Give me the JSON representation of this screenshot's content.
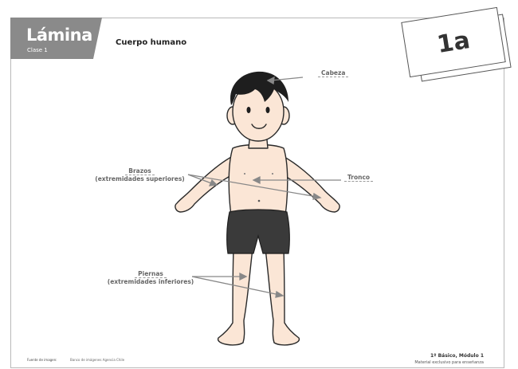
{
  "header": {
    "lamina_title": "Lámina 1a",
    "clase": "Clase 1",
    "subject": "Cuerpo humano",
    "card_label": "1a"
  },
  "labels": {
    "cabeza": "Cabeza",
    "brazos_line1": "Brazos",
    "brazos_line2": "(extremidades superiores)",
    "tronco": "Tronco",
    "piernas_line1": "Piernas",
    "piernas_line2": "(extremidades inferiores)"
  },
  "footer": {
    "left_label": "Fuente de imagen:",
    "left_source": "Banco de imágenes Agencia Chile",
    "right_line1": "1º Básico, Módulo 1",
    "right_line2": "Material exclusivo para enseñanza"
  },
  "colors": {
    "tab_gray": "#8a8a8a",
    "skin": "#fbe6d6",
    "hair": "#1e1e1e",
    "shorts": "#3a3a3a",
    "arrow": "#888888"
  }
}
